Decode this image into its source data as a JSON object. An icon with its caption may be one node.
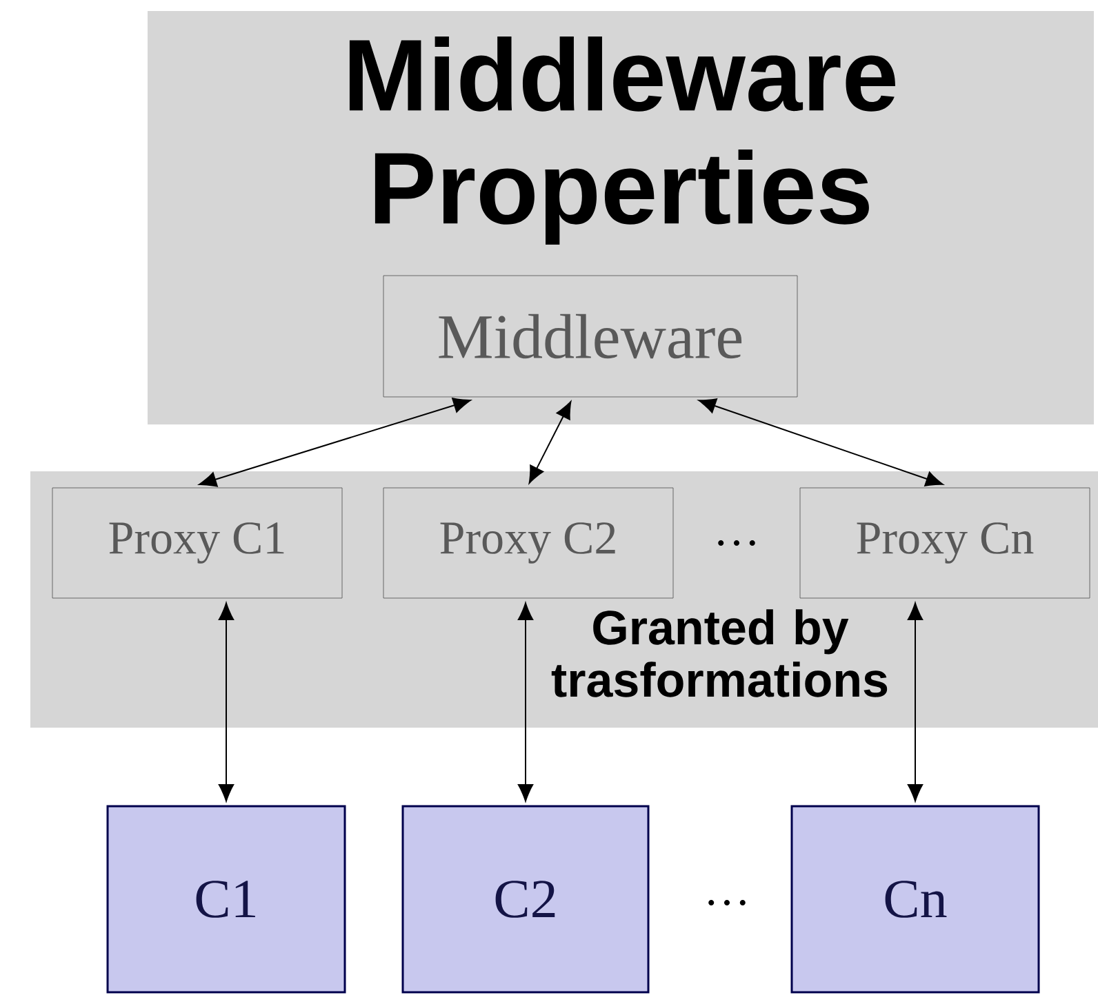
{
  "diagram": {
    "nodes": [
      {
        "text": [
          "Middleware Properties"
        ]
      },
      {
        "text": [
          "Middleware"
        ],
        "in": 0
      },
      {
        "text": [
          "Granted by trasformations"
        ]
      },
      {
        "text": [
          "Proxy C1"
        ],
        "in": 2
      },
      {
        "text": [
          "Proxy C2"
        ],
        "in": 2
      },
      {
        "text": [
          "Proxy Cn"
        ],
        "in": 2
      },
      {
        "text": [
          "C1"
        ]
      },
      {
        "text": [
          "C2"
        ]
      },
      {
        "text": [
          "Cn"
        ]
      }
    ],
    "edges": [
      {
        "from": 1,
        "to": 3,
        "arrow": "both"
      },
      {
        "from": 1,
        "to": 4,
        "arrow": "both"
      },
      {
        "from": 1,
        "to": 5,
        "arrow": "both"
      },
      {
        "from": 3,
        "to": 6,
        "arrow": "both"
      },
      {
        "from": 4,
        "to": 7,
        "arrow": "both"
      },
      {
        "from": 5,
        "to": 8,
        "arrow": "both"
      }
    ],
    "labels": [
      "…",
      "…"
    ]
  }
}
